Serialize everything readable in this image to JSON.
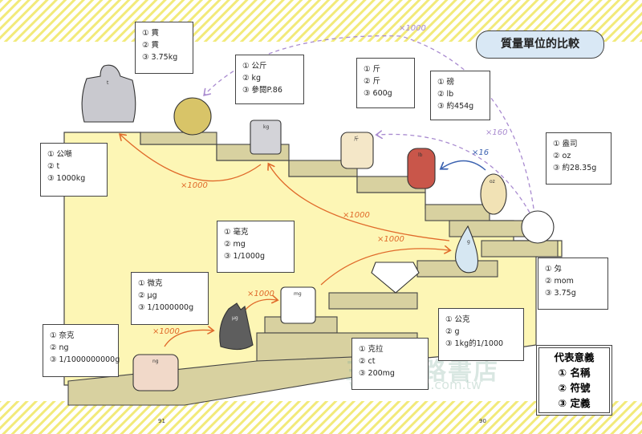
{
  "title": "質量單位的比較",
  "units": [
    {
      "id": "kan",
      "name": "① 貫",
      "symbol": "② 貫",
      "definition": "③ 3.75kg"
    },
    {
      "id": "kilogram",
      "name": "① 公斤",
      "symbol": "② kg",
      "definition": "③ 參閱P.86"
    },
    {
      "id": "tonne",
      "name": "① 公噸",
      "symbol": "② t",
      "definition": "③ 1000kg"
    },
    {
      "id": "jin",
      "name": "① 斤",
      "symbol": "② 斤",
      "definition": "③ 600g"
    },
    {
      "id": "pound",
      "name": "① 磅",
      "symbol": "② lb",
      "definition": "③ 約454g"
    },
    {
      "id": "ounce",
      "name": "① 盎司",
      "symbol": "② oz",
      "definition": "③ 約28.35g"
    },
    {
      "id": "milligram",
      "name": "① 毫克",
      "symbol": "② mg",
      "definition": "③ 1/1000g"
    },
    {
      "id": "microgram",
      "name": "① 微克",
      "symbol": "② µg",
      "definition": "③ 1/1000000g"
    },
    {
      "id": "nanogram",
      "name": "① 奈克",
      "symbol": "② ng",
      "definition": "③ 1/1000000000g"
    },
    {
      "id": "monme",
      "name": "① 匁",
      "symbol": "② mom",
      "definition": "③ 3.75g"
    },
    {
      "id": "gram",
      "name": "① 公克",
      "symbol": "② g",
      "definition": "③ 1kg的1/1000"
    },
    {
      "id": "carat",
      "name": "① 克拉",
      "symbol": "② ct",
      "definition": "③ 200mg"
    }
  ],
  "arrows": {
    "monme_to_kan": "×1000",
    "monme_to_jin": "×160",
    "ounce_to_pound": "×16",
    "kg_to_t": "×1000",
    "g_to_kg": "×1000",
    "mg_to_g": "×1000",
    "ug_to_mg": "×1000",
    "ng_to_ug": "×1000"
  },
  "character_labels": {
    "tonne": "t",
    "kilogram": "kg",
    "jin": "斤",
    "pound": "lb",
    "ounce": "oz",
    "gram": "g",
    "milligram": "mg",
    "microgram": "µg",
    "nanogram": "ng"
  },
  "legend": {
    "title": "代表意義",
    "items": [
      "① 名稱",
      "② 符號",
      "③ 定義"
    ]
  },
  "page_numbers": {
    "left": "91",
    "right": "90"
  },
  "watermark": {
    "text": "三民網路書店",
    "url": "www.sanmin.com.tw"
  },
  "colors": {
    "stairs_wall": "#fdf6b5",
    "step": "#d8d1a0",
    "hatch": "#f2ea7a",
    "arrow_orange": "#e06a2a",
    "arrow_purple": "#a98bd0",
    "arrow_blue": "#3b62b0",
    "title_bg": "#d9e8f5"
  }
}
